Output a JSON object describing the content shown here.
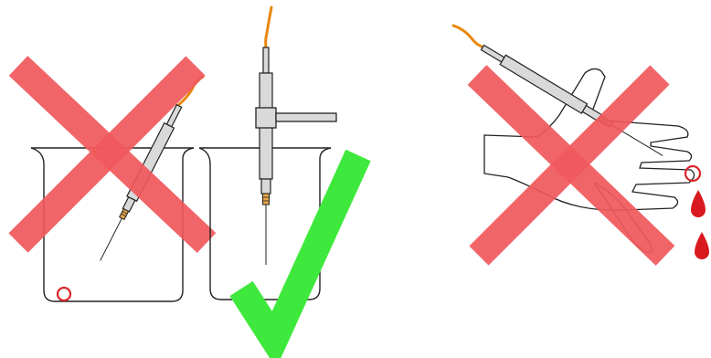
{
  "colors": {
    "background": "#ffffff",
    "outline": "#222222",
    "cable": "#e8870e",
    "probe_body": "#d9d9d9",
    "tip_ring": "#e8a64a",
    "wrong_mark": "#f0585d",
    "correct_mark": "#3ee83c",
    "hazard_circle": "#d9252a",
    "blood": "#d8191f"
  },
  "panels": [
    {
      "id": "tip-touching-beaker-bottom",
      "verdict": "wrong",
      "mark": "cross-icon"
    },
    {
      "id": "probe-clamped-vertical",
      "verdict": "correct",
      "mark": "checkmark-icon"
    },
    {
      "id": "probe-pointed-at-hand",
      "verdict": "wrong",
      "mark": "cross-icon"
    }
  ]
}
